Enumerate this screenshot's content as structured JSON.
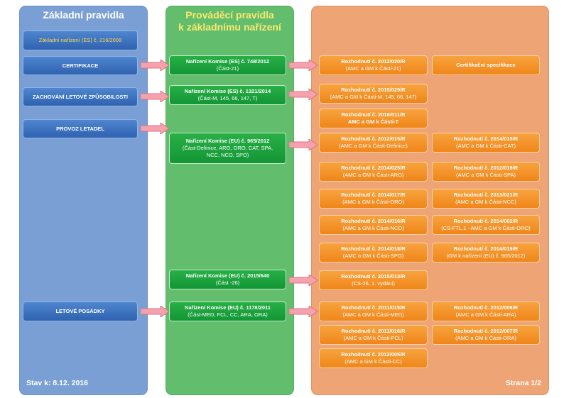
{
  "columns": {
    "base_title": "Základní pravidla",
    "impl_title_line1": "Prováděcí pravidla",
    "impl_title_line2": "k základnímu nařízení",
    "status": "Stav k: 8.12. 2016",
    "page": "Strana 1/2"
  },
  "base_boxes": [
    {
      "label": "Základní nařízení (ES) č. 216/2008"
    },
    {
      "label": "CERTIFIKACE"
    },
    {
      "label": "ZACHOVÁNÍ LETOVÉ ZPŮSOBILOSTI"
    },
    {
      "label": "PROVOZ LETADEL"
    },
    {
      "label": "LETOVÉ POSÁDKY"
    }
  ],
  "impl_boxes": [
    {
      "l1": "Nařízení Komise (ES) č. 748/2012",
      "l2": "(Část-21)",
      "l3": ""
    },
    {
      "l1": "Nařízení Komise (ES) č. 1321/2014",
      "l2": "(Část-M, 145, 66, 147, T)",
      "l3": ""
    },
    {
      "l1": "Nařízení Komise (EU) č. 965/2012",
      "l2": "(Část-Definice, ARO, ORO, CAT, SPA,",
      "l3": "NCC, NCO, SPO)"
    },
    {
      "l1": "Nařízení Komise (EU) č. 2015/640",
      "l2": "(Část -26)",
      "l3": ""
    },
    {
      "l1": "Nařízení Komise (EU) č. 1178/2011",
      "l2": "(Část-MED, FCL, CC, ARA, ORA)",
      "l3": ""
    }
  ],
  "decision_boxes": [
    {
      "l1": "Rozhodnutí č. 2012/020/R",
      "l2": "(AMC a GM k Části-21)"
    },
    {
      "l1": "Certifikační specifikace",
      "l2": ""
    },
    {
      "l1": "Rozhodnutí č. 2015/029/R",
      "l2": "(AMC a GM k Části-M, 145, 66, 147)"
    },
    {
      "l1": "Rozhodnutí č. 2016/011/R",
      "l2": "AMC a GM k Části-T"
    },
    {
      "l1": "Rozhodnutí č. 2012/015/R",
      "l2": "(AMC a GM k Části-Definice)"
    },
    {
      "l1": "Rozhodnutí č. 2014/015/R",
      "l2": "(AMC a GM k Části-CAT)"
    },
    {
      "l1": "Rozhodnutí č. 2014/025/R",
      "l2": "(AMC a GM k Části-ARO)"
    },
    {
      "l1": "Rozhodnutí č. 2012/019/R",
      "l2": "(AMC a GM k Části-SPA)"
    },
    {
      "l1": "Rozhodnutí č. 2014/017/R",
      "l2": "(AMC a GM k Části-ORO)"
    },
    {
      "l1": "Rozhodnutí č. 2013/021/R",
      "l2": "(AMC a GM k Části-NCC)"
    },
    {
      "l1": "Rozhodnutí č. 2014/016/R",
      "l2": "(AMC a GM k Části-NCO)"
    },
    {
      "l1": "Rozhodnutí č. 2014/002/R",
      "l2": "(CS-FTL.1 - AMC a GM k Části-ORO)"
    },
    {
      "l1": "Rozhodnutí č. 2014/018/R",
      "l2": "(AMC a GM k Části-SPO)"
    },
    {
      "l1": "Rozhodnutí č. 2014/019/R",
      "l2": "(GM k nařízení (EU) č. 965/2012)"
    },
    {
      "l1": "Rozhodnutí č. 2015/013/R",
      "l2": "(CS-26, 1. vydání)"
    },
    {
      "l1": "Rozhodnutí č. 2011/015/R",
      "l2": "(AMC a GM k Části-MED)"
    },
    {
      "l1": "Rozhodnutí č. 2012/006/R",
      "l2": "(AMC a GM k Části-ARA)"
    },
    {
      "l1": "Rozhodnutí č. 2011/016/R",
      "l2": "(AMC a GM k Části-FCL)"
    },
    {
      "l1": "Rozhodnutí č. 2012/007/R",
      "l2": "(AMC a GM k Části-ORA)"
    },
    {
      "l1": "Rozhodnutí č. 2012/005/R",
      "l2": "(AMC a GM k Části-CC)"
    }
  ],
  "colors": {
    "arrow_fill": "#f4a3ae",
    "arrow_stroke": "#e0707f"
  }
}
